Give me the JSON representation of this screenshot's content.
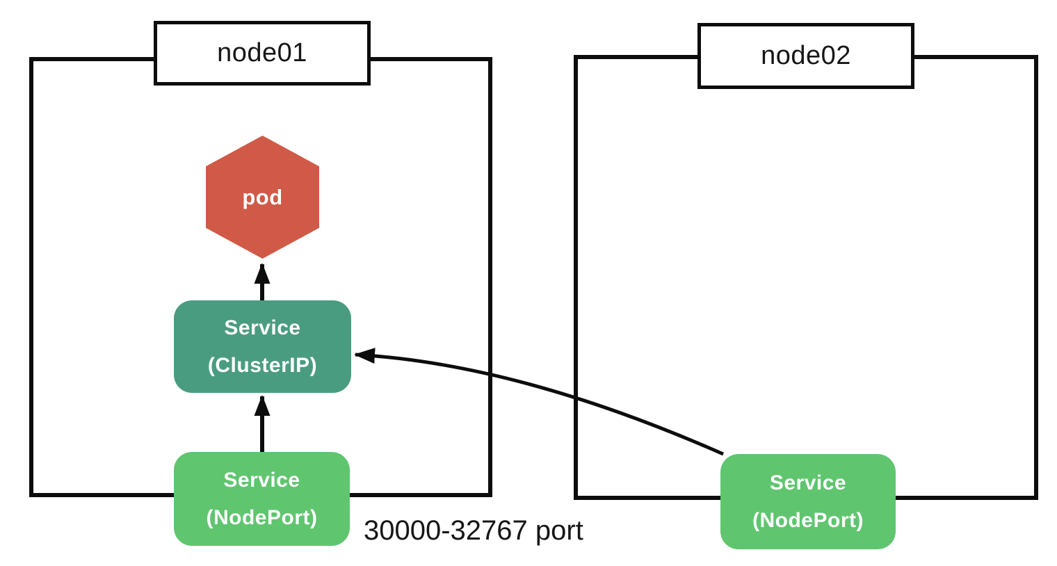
{
  "diagram": {
    "nodes": [
      {
        "id": "node01",
        "title": "node01"
      },
      {
        "id": "node02",
        "title": "node02"
      }
    ],
    "pod": {
      "label": "pod"
    },
    "services": {
      "clusterip": {
        "line1": "Service",
        "line2": "(ClusterIP)"
      },
      "nodeport_node01": {
        "line1": "Service",
        "line2": "(NodePort)"
      },
      "nodeport_node02": {
        "line1": "Service",
        "line2": "(NodePort)"
      }
    },
    "annotations": {
      "nodeport_range": "30000-32767 port"
    },
    "colors": {
      "pod": "#d05a47",
      "clusterip": "#4a9c80",
      "nodeport": "#5fc56f",
      "line": "#0d0d0d",
      "bg": "#ffffff"
    }
  }
}
